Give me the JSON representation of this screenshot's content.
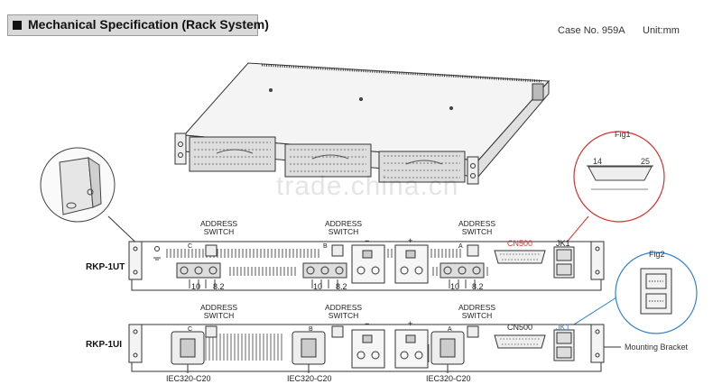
{
  "header": {
    "title": "Mechanical Specification (Rack System)",
    "case_no": "Case No. 959A",
    "unit": "Unit:mm"
  },
  "models": {
    "top": "RKP-1UT",
    "bottom": "RKP-1UI"
  },
  "address_switch_label": "ADDRESS\nSWITCH",
  "slot_letters": [
    "C",
    "B",
    "A"
  ],
  "polarity": {
    "minus": "−",
    "plus": "+"
  },
  "connectors": {
    "cn500_top": "CN500",
    "jk1_top": "JK1",
    "cn500_bottom": "CN500",
    "jk1_bottom": "JK1"
  },
  "dimensions": {
    "d1": "10",
    "d2": "8.2"
  },
  "iec_label": "IEC320-C20",
  "fig1": {
    "title": "Fig1",
    "left": "14",
    "right": "25"
  },
  "fig2": {
    "title": "Fig2"
  },
  "mounting_bracket": "Mounting Bracket",
  "watermark": "trade.china.cn",
  "colors": {
    "accent_red": "#d9302a",
    "accent_blue": "#2f7fd8",
    "header_bg": "#d9d9d9"
  }
}
